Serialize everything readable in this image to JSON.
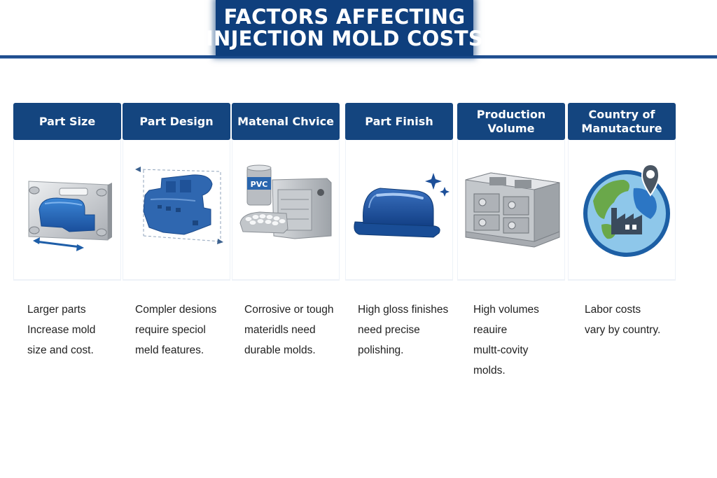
{
  "header": {
    "title_line1": "FACTORS AFFECTING",
    "title_line2": "INJECTION MOLD COSTS",
    "accent_color": "#14457f"
  },
  "factors": [
    {
      "label": "Part Size",
      "icon": "mold-plate-with-size-arrow-icon",
      "description": "Larger parts\nIncrease mold\nsize and cost."
    },
    {
      "label": "Part Design",
      "icon": "complex-part-design-icon",
      "description": "Compler desions\nrequire speciol\nmeld features."
    },
    {
      "label": "Matenal Chvice",
      "icon": "pvc-material-mold-icon",
      "icon_text": "PVC",
      "description": "Corrosive or tough\nmateridls need\ndurable molds."
    },
    {
      "label": "Part Finish",
      "icon": "glossy-part-sparkle-icon",
      "description": "High gloss finishes\nneed precise\npolishing."
    },
    {
      "label": "Production\nVolume",
      "icon": "multi-cavity-mold-icon",
      "description": "High volumes\nreauire\nmultt-covity\nmolds."
    },
    {
      "label": "Country of\nManutacture",
      "icon": "globe-factory-location-icon",
      "description": "Labor costs\nvary by country."
    }
  ]
}
